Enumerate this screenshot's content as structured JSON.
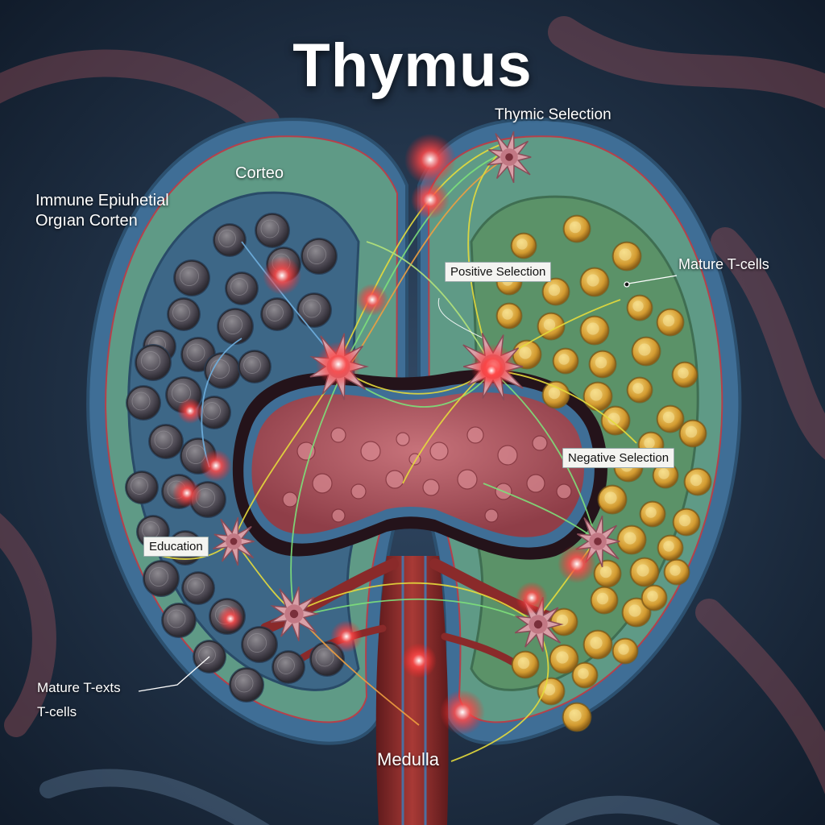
{
  "title": "Thymus",
  "labels": {
    "thymic_selection": "Thymic Selection",
    "cortex": "Corteo",
    "organ_line1": "Immune Epiuhetial",
    "organ_line2": "Orgıan Corten",
    "positive_selection": "Positive Selection",
    "mature_tcells_right": "Mature T-cells",
    "negative_selection": "Negative Selection",
    "education": "Education",
    "mature_left_line1": "Mature T-exts",
    "mature_left_line2": "T-cells",
    "medulla": "Medulla"
  },
  "colors": {
    "background": "#1c2a3d",
    "capsule": "#3f6e96",
    "cortex_tissue": "#5f9a86",
    "cortex_lobe_left": "#3d6787",
    "cortex_lobe_right": "#5b9268",
    "medulla_tissue": "#b05a62",
    "blood_vessel": "#8a2a2a",
    "dark_thymocyte": "#4a4a52",
    "mature_thymocyte": "#d9a63a",
    "dendritic_cell": "#d9a0a8",
    "signal_line_yellow": "#e6dc3c",
    "signal_line_green": "#7ee07a",
    "glow_red": "#ff4040"
  },
  "icons": [
    "dendritic-cell-icon",
    "thymocyte-icon",
    "mature-t-cell-icon",
    "blood-vessel-icon"
  ]
}
